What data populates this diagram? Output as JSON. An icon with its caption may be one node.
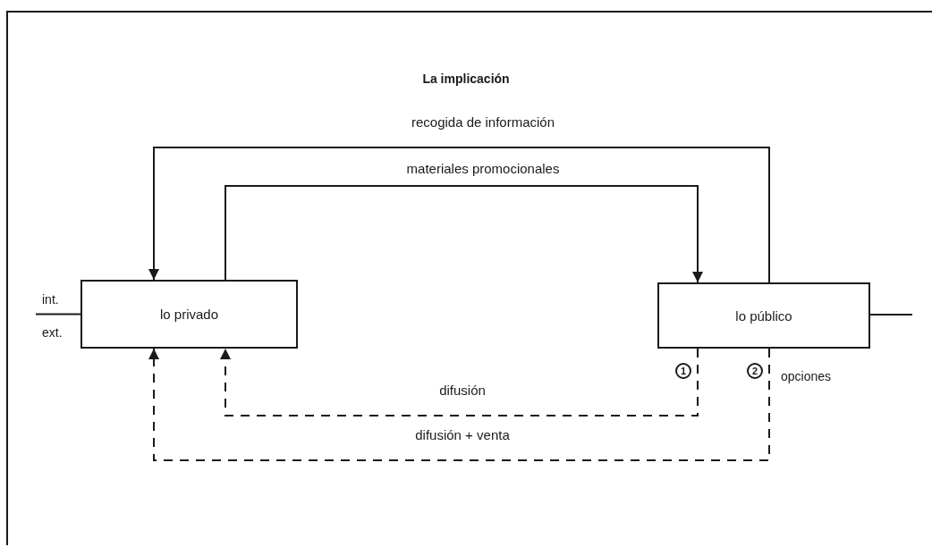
{
  "diagram": {
    "title": "La implicación",
    "nodes": [
      {
        "text": [
          "lo privado"
        ]
      },
      {
        "text": [
          "lo público"
        ]
      }
    ],
    "edges": [
      {
        "from": 1,
        "to": 0,
        "arrow": "to",
        "label": "recogida de información"
      },
      {
        "from": 0,
        "to": 1,
        "arrow": "to",
        "label": "materiales promocionales"
      },
      {
        "from": 1,
        "to": 0,
        "arrow": "to",
        "label": "difusión",
        "style": "dashed"
      },
      {
        "from": 1,
        "to": 0,
        "arrow": "to",
        "label": "difusión + venta",
        "style": "dashed"
      },
      {
        "from": null,
        "to": 0,
        "arrow": "none"
      },
      {
        "from": 1,
        "to": null,
        "arrow": "none"
      }
    ],
    "labels": [
      "int.",
      "ext.",
      "1",
      "2",
      "opciones"
    ]
  }
}
